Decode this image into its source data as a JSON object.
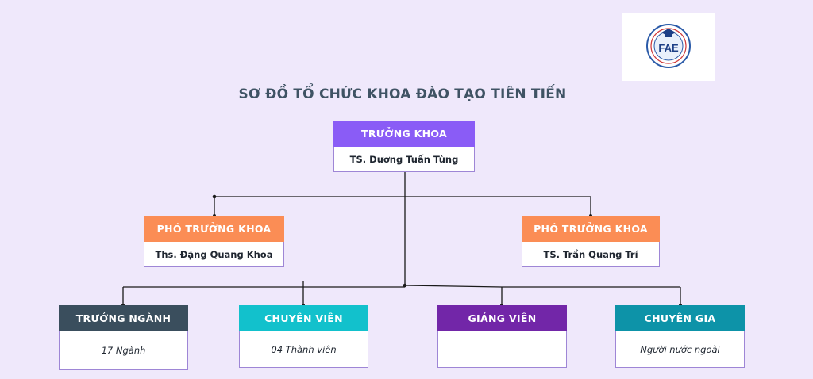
{
  "title": "SƠ ĐỒ TỔ CHỨC KHOA ĐÀO TẠO TIÊN TIẾN",
  "logo": {
    "text": "FAE"
  },
  "dean": {
    "title": "TRƯỞNG KHOA",
    "name": "TS. Dương Tuấn Tùng",
    "color": "#8a5cf6"
  },
  "vice_deans": [
    {
      "title": "PHÓ TRƯỞNG KHOA",
      "name": "Ths. Đặng Quang Khoa",
      "color": "#fb8d55"
    },
    {
      "title": "PHÓ TRƯỞNG KHOA",
      "name": "TS. Trần Quang Trí",
      "color": "#fb8d55"
    }
  ],
  "units": [
    {
      "title": "TRƯỞNG NGÀNH",
      "detail": "17 Ngành",
      "color": "#3a4e5d"
    },
    {
      "title": "CHUYÊN VIÊN",
      "detail": "04 Thành viên",
      "color": "#12c1cc"
    },
    {
      "title": "GIẢNG VIÊN",
      "detail": "",
      "color": "#7226a8"
    },
    {
      "title": "CHUYÊN GIA",
      "detail": "Người nước ngoài",
      "color": "#0d93a8"
    }
  ]
}
